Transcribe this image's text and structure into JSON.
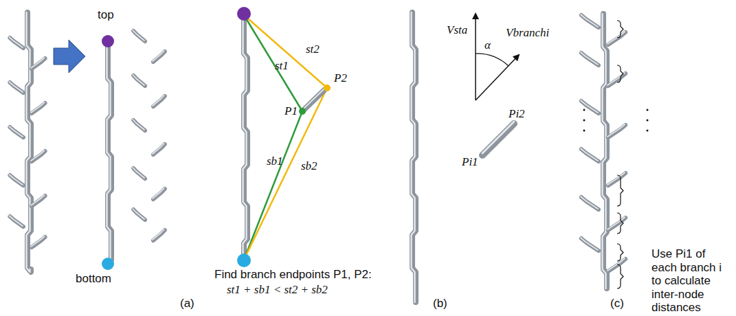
{
  "diagram": {
    "labels": [
      "top",
      "bottom",
      "st1",
      "st2",
      "sb1",
      "sb2",
      "P1",
      "P2",
      "Find branch endpoints P1, P2:",
      "st1 + sb1 < st2 + sb2",
      "(a)",
      "Vsta",
      "α",
      "Vbranchi",
      "Pi2",
      "Pi1",
      "(b)",
      "Use Pi1 of each branch i to calculate inter-node distances",
      "(c)"
    ]
  }
}
